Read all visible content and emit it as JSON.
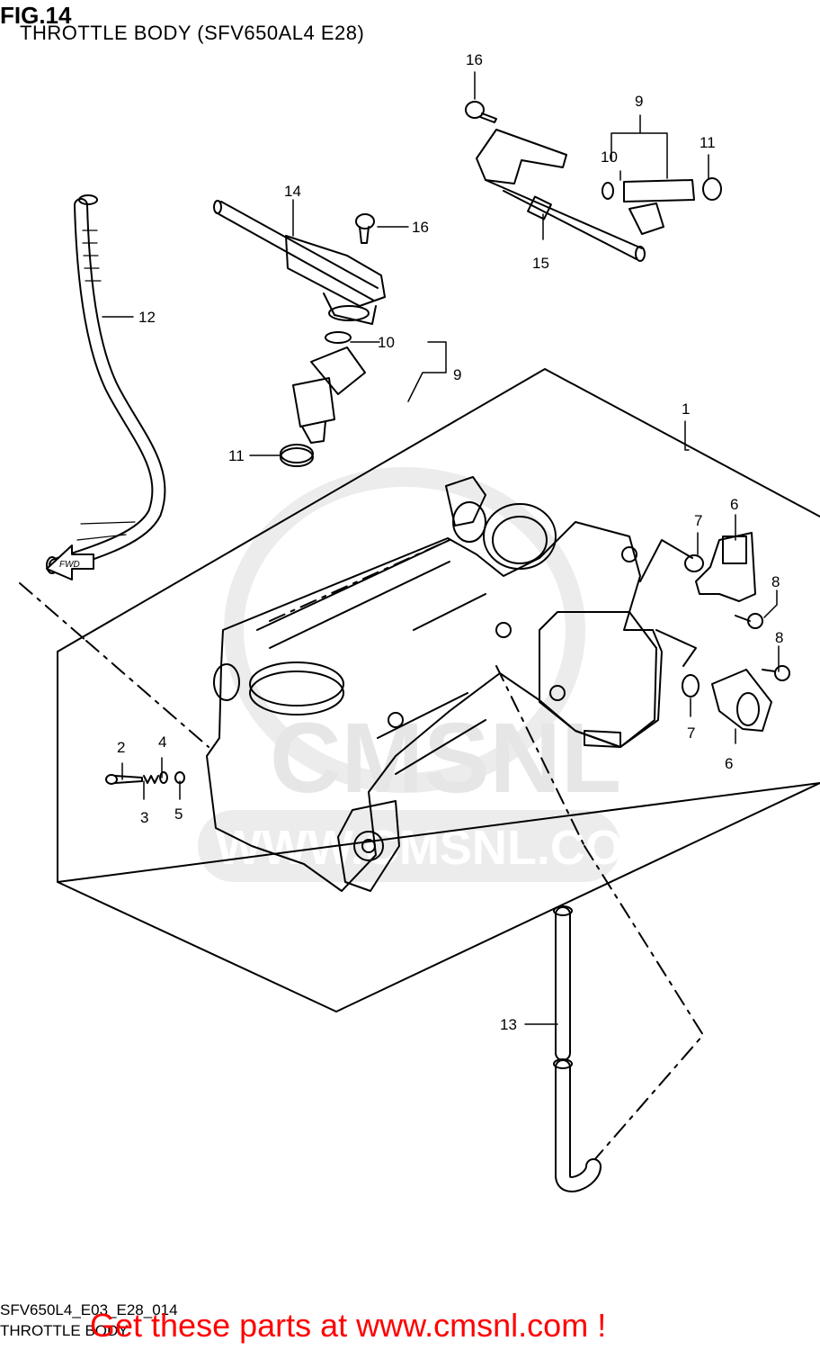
{
  "header": {
    "fig_label": "FIG.14",
    "subtitle": "THROTTLE BODY (SFV650AL4 E28)"
  },
  "footer": {
    "diagram_code": "SFV650L4_E03_E28_014",
    "diagram_name": "THROTTLE BODY",
    "cta_text": "Get these parts at www.cmsnl.com !"
  },
  "watermark": {
    "brand": "CMSNL",
    "site": "WWW.CMSNL.COM"
  },
  "fwd_label": "FWD",
  "colors": {
    "line": "#000000",
    "watermark": "#e6e6e6",
    "cta": "#ff0000"
  },
  "callouts": {
    "c1": "1",
    "c2": "2",
    "c3": "3",
    "c4": "4",
    "c5": "5",
    "c6a": "6",
    "c6b": "6",
    "c7a": "7",
    "c7b": "7",
    "c8a": "8",
    "c8b": "8",
    "c9a": "9",
    "c9b": "9",
    "c10a": "10",
    "c10b": "10",
    "c11a": "11",
    "c11b": "11",
    "c12": "12",
    "c13": "13",
    "c14": "14",
    "c15": "15",
    "c16a": "16",
    "c16b": "16"
  }
}
